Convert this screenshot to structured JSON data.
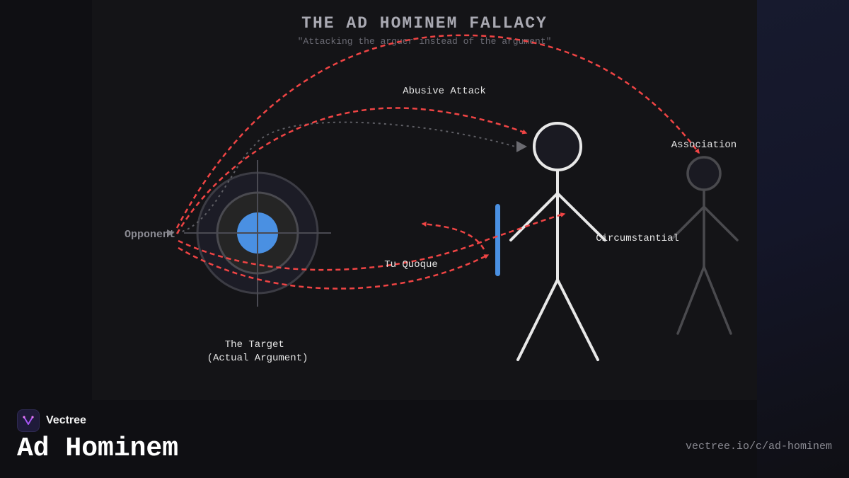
{
  "diagram": {
    "title": "THE AD HOMINEM FALLACY",
    "subtitle": "\"Attacking the arguer instead of the argument\"",
    "labels": {
      "opponent": "Opponent",
      "target_line1": "The Target",
      "target_line2": "(Actual Argument)",
      "abusive": "Abusive Attack",
      "association": "Association",
      "circumstantial": "Circumstantial",
      "tu_quoque": "Tu Quoque"
    },
    "colors": {
      "attack": "#ef4444",
      "target_core": "#4a90e2",
      "shield": "#4a90e2",
      "figure": "#e8e8e8",
      "associate": "#4a4a4e"
    }
  },
  "footer": {
    "brand": "Vectree",
    "title": "Ad Hominem",
    "url": "vectree.io/c/ad-hominem",
    "logo_icon": "vectree-logo-icon"
  }
}
